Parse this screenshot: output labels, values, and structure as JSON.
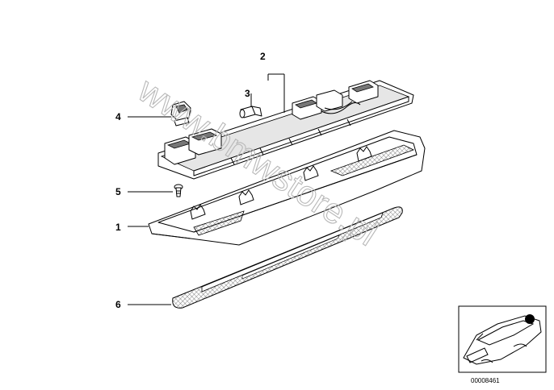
{
  "watermark": "www.bmwstore.pl",
  "callouts": [
    {
      "id": "1",
      "label": "1"
    },
    {
      "id": "2",
      "label": "2"
    },
    {
      "id": "3",
      "label": "3"
    },
    {
      "id": "4",
      "label": "4"
    },
    {
      "id": "5",
      "label": "5"
    },
    {
      "id": "6",
      "label": "6"
    }
  ],
  "reference_number": "00008461"
}
